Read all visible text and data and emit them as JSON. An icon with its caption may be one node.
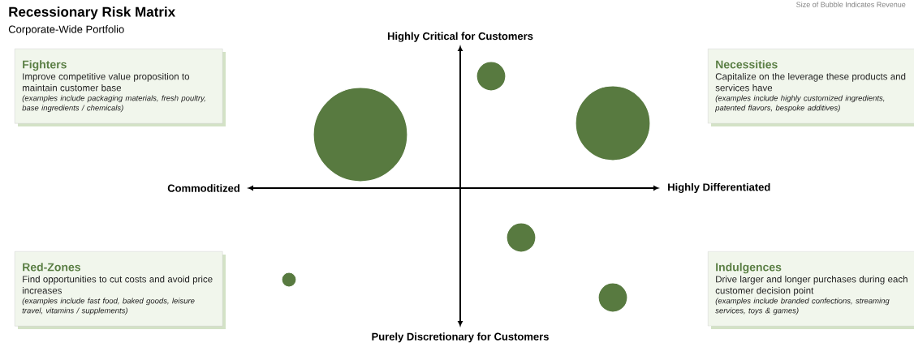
{
  "diagram": {
    "title": "Recessionary Risk Matrix",
    "nodes": [
      {
        "text": [
          "Fighters",
          "Improve competitive value proposition to maintain customer base",
          "(examples include packaging materials, fresh poultry, base ingredients / chemicals)"
        ]
      },
      {
        "text": [
          "Necessities",
          "Capitalize on the leverage these products and services have",
          "(examples include highly customized ingredients, patented flavors, bespoke additives)"
        ]
      },
      {
        "text": [
          "Red-Zones",
          "Find opportunities to cut costs and avoid price increases",
          "(examples include fast food, baked goods, leisure travel, vitamins / supplements)"
        ]
      },
      {
        "text": [
          "Indulgences",
          "Drive larger and longer purchases during each customer decision point",
          "(examples include branded confections, streaming services, toys & games)"
        ]
      },
      {
        "text": [],
        "shape": "circle"
      },
      {
        "text": [],
        "shape": "circle"
      },
      {
        "text": [],
        "shape": "circle"
      },
      {
        "text": [],
        "shape": "circle"
      },
      {
        "text": [],
        "shape": "circle"
      },
      {
        "text": [],
        "shape": "circle"
      }
    ],
    "labels": [
      "Corporate-Wide Portfolio",
      "Size of Bubble Indicates Revenue",
      "Highly Critical for Customers",
      "Commoditized",
      "Highly Differentiated",
      "Purely Discretionary for Customers"
    ]
  }
}
